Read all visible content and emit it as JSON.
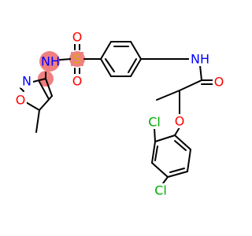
{
  "colors": {
    "background": "#ffffff",
    "bond": "#000000",
    "carbon_text": "#000000",
    "nitrogen": "#0000ff",
    "oxygen": "#ff0000",
    "sulfur": "#c8b400",
    "chlorine": "#00aa00",
    "highlight": "#f08080"
  },
  "atoms": {
    "nh_sulfonamide": "NH",
    "sulfur": "S",
    "o_sulfonyl_top": "O",
    "o_sulfonyl_bottom": "O",
    "n_isoxazole": "N",
    "o_isoxazole": "O",
    "nh_amide": "NH",
    "o_carbonyl": "O",
    "o_ether": "O",
    "cl_ortho": "Cl",
    "cl_para": "Cl"
  },
  "highlighted_atoms": [
    "nh_sulfonamide",
    "isoxazole_c3",
    "sulfur"
  ]
}
